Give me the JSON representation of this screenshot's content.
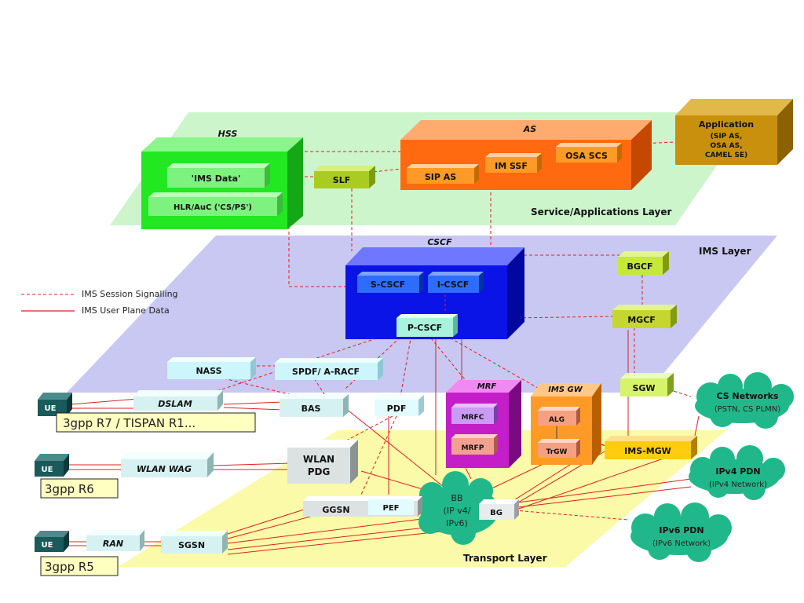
{
  "layers": {
    "service": "Service/Applications Layer",
    "ims": "IMS Layer",
    "transport": "Transport Layer"
  },
  "legend": {
    "signalling": "IMS Session Signalling",
    "user_plane": "IMS User Plane Data"
  },
  "hss": {
    "title": "HSS",
    "ims_data": "'IMS Data'",
    "hlr": "HLR/AuC ('CS/PS')"
  },
  "slf": "SLF",
  "as": {
    "title": "AS",
    "sip_as": "SIP AS",
    "im_ssf": "IM SSF",
    "osa_scs": "OSA SCS"
  },
  "application": {
    "title": "Application",
    "line1": "(SIP AS,",
    "line2": "OSA AS,",
    "line3": "CAMEL SE)"
  },
  "cscf": {
    "title": "CSCF",
    "s_cscf": "S-CSCF",
    "i_cscf": "I-CSCF",
    "p_cscf": "P-CSCF"
  },
  "bgcf": "BGCF",
  "mgcf": "MGCF",
  "sgw": "SGW",
  "nass": "NASS",
  "spdf": "SPDF/ A-RACF",
  "dslam": "DSLAM",
  "bas": "BAS",
  "pdf": "PDF",
  "mrf": {
    "title": "MRF",
    "mrfc": "MRFC",
    "mrfp": "MRFP"
  },
  "ims_gw": {
    "title": "IMS GW",
    "alg": "ALG",
    "trgw": "TrGW"
  },
  "ims_mgw": "IMS-MGW",
  "cs_networks": {
    "title": "CS Networks",
    "sub": "(PSTN, CS PLMN)"
  },
  "ipv4_pdn": {
    "title": "IPv4 PDN",
    "sub": "(IPv4 Network)"
  },
  "ipv6_pdn": {
    "title": "IPv6 PDN",
    "sub": "(IPv6 Network)"
  },
  "wlan_wag": "WLAN WAG",
  "wlan_pdg": {
    "line1": "WLAN",
    "line2": "PDG"
  },
  "ggsn": "GGSN",
  "pef": "PEF",
  "bb": {
    "line1": "BB",
    "line2": "(IP v4/",
    "line3": "IPv6)"
  },
  "bg": "BG",
  "ran": "RAN",
  "sgsn": "SGSN",
  "ue": "UE",
  "releases": {
    "r7": "3gpp R7 / TISPAN R1...",
    "r6": "3gpp R6",
    "r5": "3gpp R5"
  },
  "colors": {
    "service_layer": "#ccf5cc",
    "ims_layer": "#c8c8f2",
    "transport_layer": "#fafaa8",
    "hss": "#22e822",
    "as": "#ff6a10",
    "cscf": "#0a14e6",
    "mrf": "#c41ec8",
    "ims_gw": "#ff9a26",
    "cloud": "#20b88a",
    "signal_line": "#e02020"
  }
}
